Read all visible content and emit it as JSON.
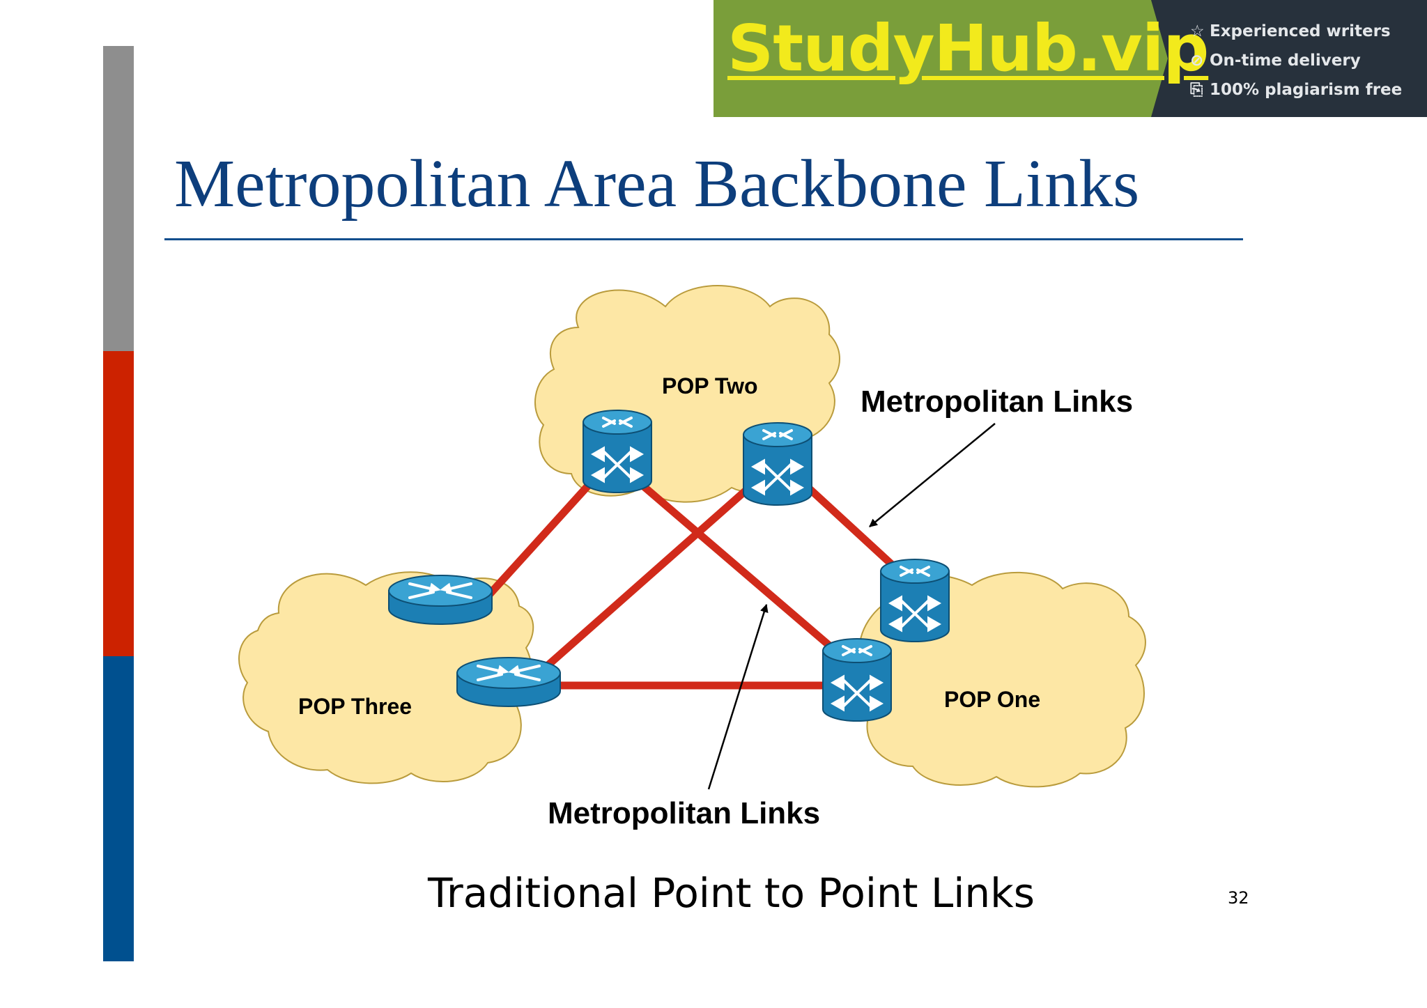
{
  "banner": {
    "logo": "StudyHub.vip",
    "features": [
      {
        "icon": "star-icon",
        "glyph": "☆",
        "text": "Experienced writers"
      },
      {
        "icon": "clock-icon",
        "glyph": "⊘",
        "text": "On-time delivery"
      },
      {
        "icon": "copy-icon",
        "glyph": "⎘",
        "text": "100% plagiarism free"
      }
    ]
  },
  "slide": {
    "title": "Metropolitan Area Backbone Links",
    "caption": "Traditional Point to Point Links",
    "page_number": "32"
  },
  "diagram": {
    "clouds": {
      "pop_two": "POP Two",
      "pop_three": "POP Three",
      "pop_one": "POP One"
    },
    "callouts": {
      "upper": "Metropolitan Links",
      "lower": "Metropolitan Links"
    },
    "colors": {
      "cloud_fill": "#fde7a5",
      "cloud_stroke": "#b99b3c",
      "link": "#d12a1a",
      "device": "#1c7fb4",
      "device_top": "#3aa3d3"
    }
  }
}
